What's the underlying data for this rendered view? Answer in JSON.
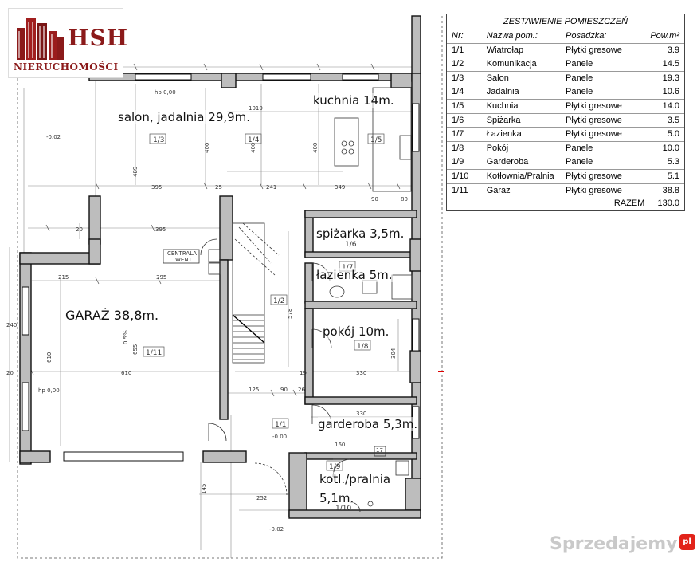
{
  "logo": {
    "brand": "HSH",
    "subtitle": "NIERUCHOMOŚCI"
  },
  "room_labels": [
    {
      "id": "salon",
      "text": "salon, jadalnia  29,9m."
    },
    {
      "id": "kuchnia",
      "text": "kuchnia 14m."
    },
    {
      "id": "spizarka",
      "text": "spiżarka 3,5m."
    },
    {
      "id": "lazienka",
      "text": "łazienka 5m."
    },
    {
      "id": "garaz",
      "text": "GARAŻ 38,8m."
    },
    {
      "id": "pokoj",
      "text": "pokój 10m."
    },
    {
      "id": "garderoba",
      "text": "garderoba 5,3m."
    },
    {
      "id": "kotl1",
      "text": "kotl./pralnia"
    },
    {
      "id": "kotl2",
      "text": "5,1m."
    }
  ],
  "room_numbers": [
    "1/3",
    "1/4",
    "1/5",
    "1/6",
    "1/7",
    "1/2",
    "1/8",
    "1/11",
    "1/1",
    "1/9",
    "1/10"
  ],
  "plan_texts": {
    "centrala": "CENTRALA",
    "went": "WENT.",
    "slope": "0.5%",
    "lvl_left": "-0.02",
    "lvl_entry": "-0.00",
    "lvl_bottom": "-0.02",
    "hp": "hp 0,00"
  },
  "dimensions": [
    "395",
    "241",
    "349",
    "90",
    "80",
    "20",
    "395",
    "25",
    "215",
    "395",
    "330",
    "125",
    "90",
    "26",
    "330",
    "160",
    "17",
    "610",
    "655",
    "489",
    "400",
    "19",
    "304",
    "578",
    "145",
    "252",
    "20",
    "240",
    "1010"
  ],
  "room_table": {
    "title": "ZESTAWIENIE POMIESZCZEŃ",
    "headers": [
      "Nr:",
      "Nazwa pom.:",
      "Posadzka:",
      "Pow.m²"
    ],
    "rows": [
      [
        "1/1",
        "Wiatrołap",
        "Płytki gresowe",
        "3.9"
      ],
      [
        "1/2",
        "Komunikacja",
        "Panele",
        "14.5"
      ],
      [
        "1/3",
        "Salon",
        "Panele",
        "19.3"
      ],
      [
        "1/4",
        "Jadalnia",
        "Panele",
        "10.6"
      ],
      [
        "1/5",
        "Kuchnia",
        "Płytki gresowe",
        "14.0"
      ],
      [
        "1/6",
        "Spiżarka",
        "Płytki gresowe",
        "3.5"
      ],
      [
        "1/7",
        "Łazienka",
        "Płytki gresowe",
        "5.0"
      ],
      [
        "1/8",
        "Pokój",
        "Panele",
        "10.0"
      ],
      [
        "1/9",
        "Garderoba",
        "Panele",
        "5.3"
      ],
      [
        "1/10",
        "Kotłownia/Pralnia",
        "Płytki gresowe",
        "5.1"
      ],
      [
        "1/11",
        "Garaż",
        "Płytki gresowe",
        "38.8"
      ]
    ],
    "total_label": "RAZEM",
    "total_value": "130.0"
  },
  "watermark": {
    "text": "Sprzedajemy",
    "badge": "pl"
  }
}
